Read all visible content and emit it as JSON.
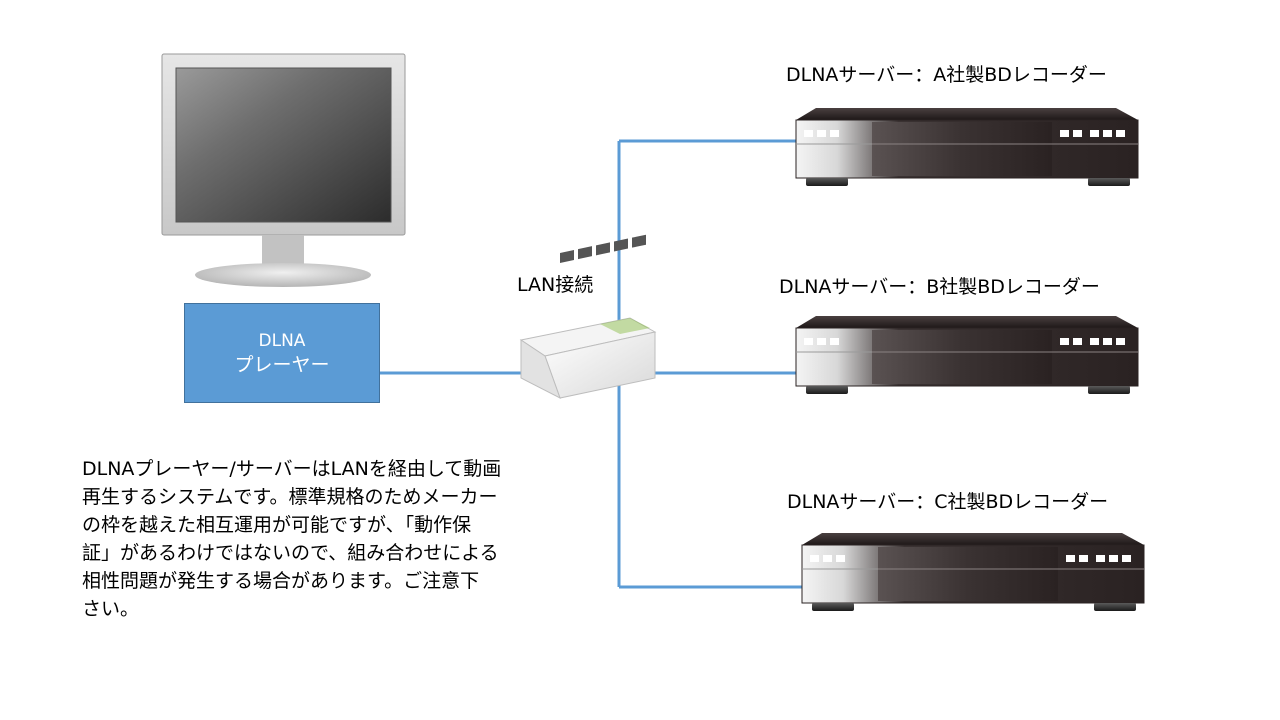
{
  "diagram": {
    "lan_label": "LAN接続",
    "player": {
      "line1": "DLNA",
      "line2": "プレーヤー"
    },
    "servers": [
      {
        "label": "DLNAサーバー：A社製BDレコーダー"
      },
      {
        "label": "DLNAサーバー：B社製BDレコーダー"
      },
      {
        "label": "DLNAサーバー：C社製BDレコーダー"
      }
    ],
    "note": "DLNAプレーヤー/サーバーはLANを経由して動画\n再生するシステムです。標準規格のためメーカー\nの枠を越えた相互運用が可能ですが、「動作保\n証」があるわけではないので、組み合わせによる\n相性問題が発生する場合があります。ご注意下\nさい。",
    "colors": {
      "cable": "#5b9bd5",
      "player_box": "#5b9bd5",
      "recorder_body": "#2a2323"
    },
    "icons": {
      "monitor": "monitor-icon",
      "switch": "network-switch-icon",
      "recorder": "bd-recorder-icon"
    }
  }
}
